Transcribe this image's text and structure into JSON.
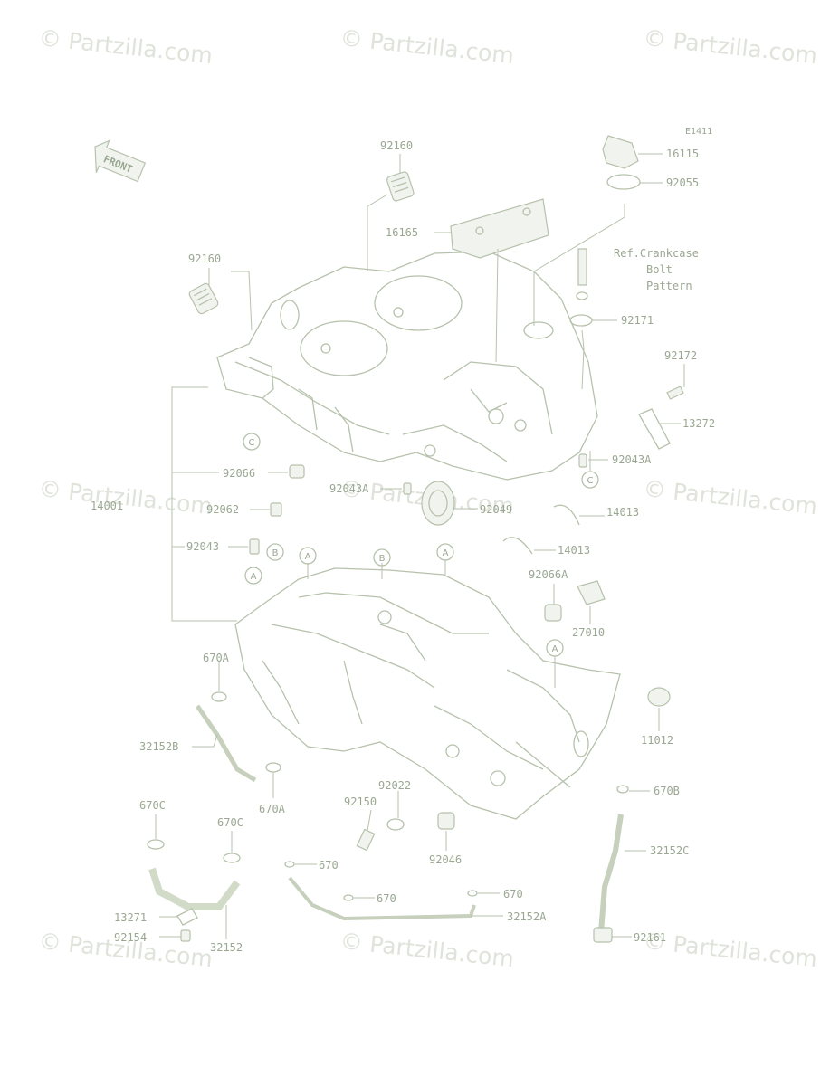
{
  "figure_code": "E1411",
  "front_label": "FRONT",
  "watermark": "© Partzilla.com",
  "ref_note": [
    "Ref.Crankcase",
    "Bolt",
    "Pattern"
  ],
  "callouts": {
    "c_92160_top": "92160",
    "c_92160_left": "92160",
    "c_16115": "16115",
    "c_92055": "92055",
    "c_16165": "16165",
    "c_92171": "92171",
    "c_92172": "92172",
    "c_13272": "13272",
    "c_92043A_r": "92043A",
    "c_92066": "92066",
    "c_92043A_c": "92043A",
    "c_14001": "14001",
    "c_92049": "92049",
    "c_92062": "92062",
    "c_14013_a": "14013",
    "c_14013_b": "14013",
    "c_92043": "92043",
    "c_92066A": "92066A",
    "c_27010": "27010",
    "c_670A_top": "670A",
    "c_11012": "11012",
    "c_32152B": "32152B",
    "c_670A_bot": "670A",
    "c_92022": "92022",
    "c_670B": "670B",
    "c_670C_l": "670C",
    "c_92150": "92150",
    "c_670C_r": "670C",
    "c_32152C": "32152C",
    "c_92046": "92046",
    "c_670_a": "670",
    "c_670_b": "670",
    "c_670_c": "670",
    "c_13271": "13271",
    "c_32152A": "32152A",
    "c_92154": "92154",
    "c_32152": "32152",
    "c_92161": "92161"
  },
  "markers": {
    "m_c1": "C",
    "m_c2": "C",
    "m_b1": "B",
    "m_a1": "A",
    "m_a2": "A",
    "m_b2": "B",
    "m_a3": "A",
    "m_a4": "A"
  }
}
